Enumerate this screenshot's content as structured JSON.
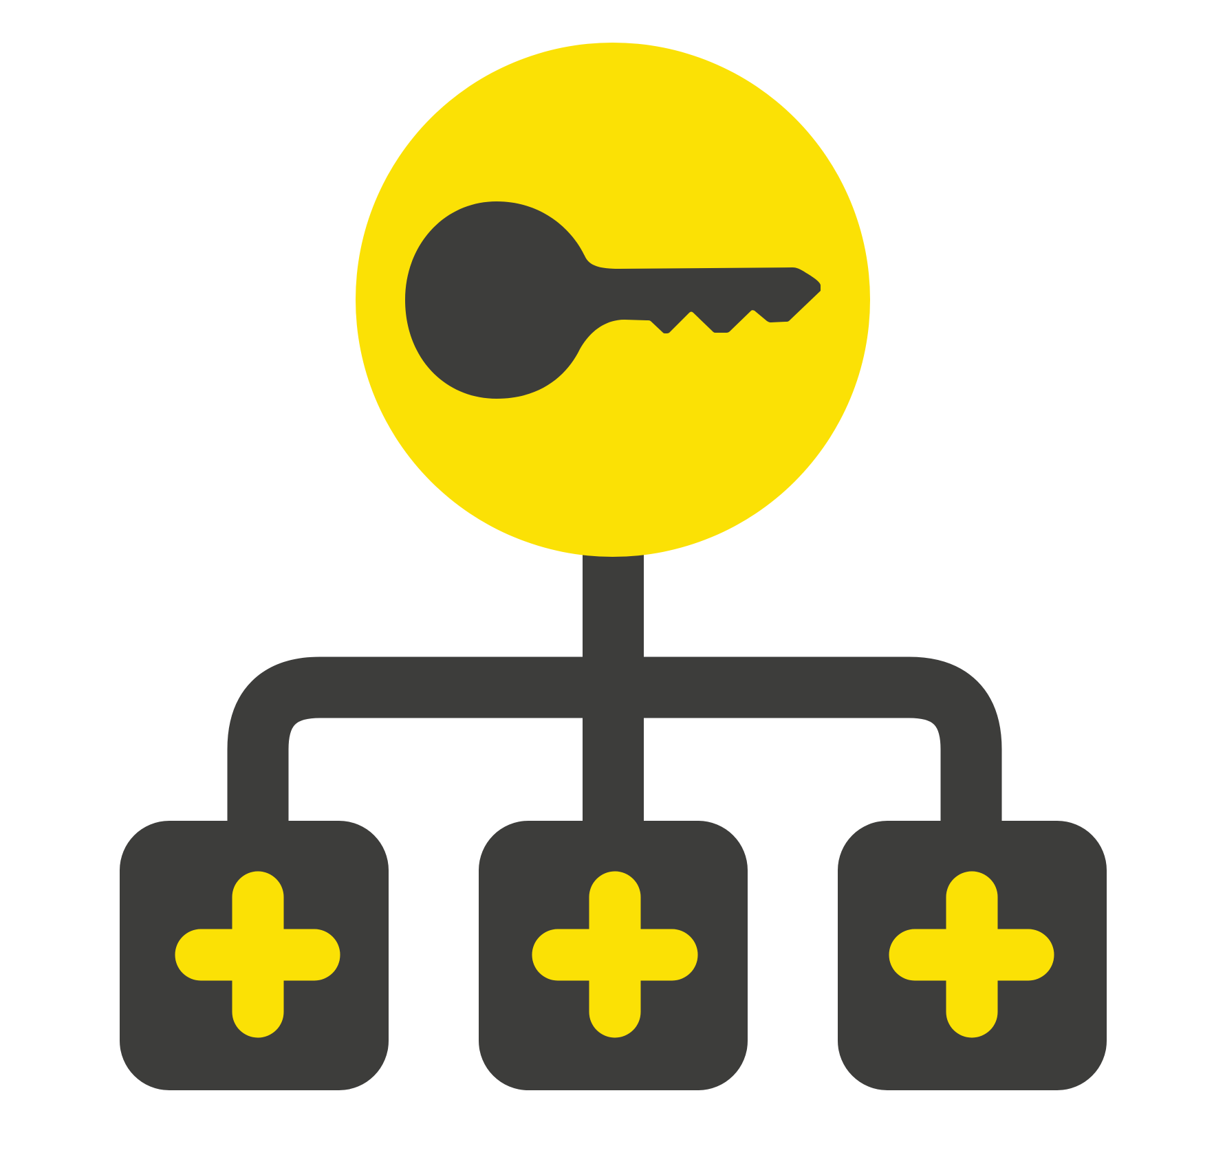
{
  "icon": {
    "concept": "master-key-hierarchy",
    "root": {
      "shape": "circle",
      "icon": "key-icon"
    },
    "children": [
      {
        "shape": "rounded-square",
        "icon": "plus-icon"
      },
      {
        "shape": "rounded-square",
        "icon": "plus-icon"
      },
      {
        "shape": "rounded-square",
        "icon": "plus-icon"
      }
    ]
  },
  "colors": {
    "background": "#ffffff",
    "accent": "#fbe105",
    "dark": "#3d3d3b"
  }
}
